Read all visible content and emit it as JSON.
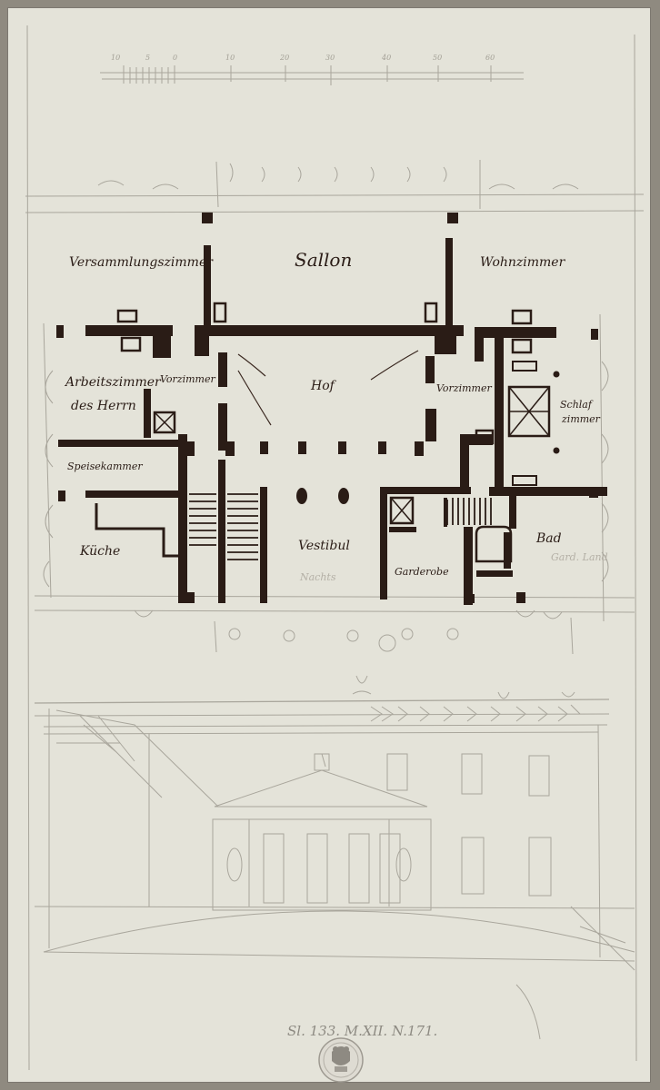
{
  "scale_bar": {
    "ticks": [
      "10",
      "5",
      "0",
      "10",
      "20",
      "30",
      "40",
      "50",
      "60"
    ]
  },
  "rooms": {
    "versammlungszimmer": "Versammlungszimmer",
    "sallon": "Sallon",
    "wohnzimmer": "Wohnzimmer",
    "arbeitszimmer_line1": "Arbeitszimmer",
    "arbeitszimmer_line2": "des Herrn",
    "vorzimmer_left": "Vorzimmer",
    "hof": "Hof",
    "vorzimmer_right": "Vorzimmer",
    "schlafzimmer_line1": "Schlaf",
    "schlafzimmer_line2": "zimmer",
    "speisekammer": "Speisekammer",
    "kuche": "Küche",
    "vestibul": "Vestibul",
    "garderobe": "Garderobe",
    "bad": "Bad",
    "pencil_note_center": "Nachts",
    "pencil_note_right": "Gard. Land"
  },
  "inventory": {
    "signature": "Sl. 133. M.XII. N.171."
  },
  "stamp": {
    "kind": "collection stamp"
  }
}
